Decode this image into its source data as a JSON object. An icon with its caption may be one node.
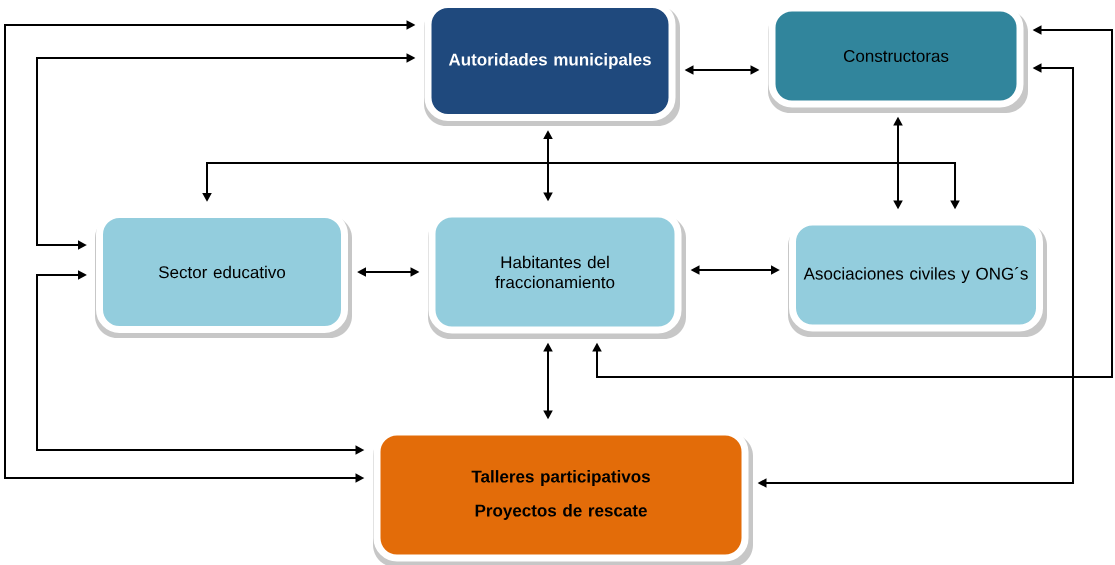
{
  "diagram": {
    "nodes": [
      {
        "text": [
          "Autoridades municipales"
        ]
      },
      {
        "text": [
          "Constructoras"
        ]
      },
      {
        "text": [
          "Sector educativo"
        ]
      },
      {
        "text": [
          "Habitantes del fraccionamiento"
        ]
      },
      {
        "text": [
          "Asociaciones civiles y ONG´s"
        ]
      },
      {
        "text": [
          "Talleres participativos",
          "Proyectos de rescate"
        ]
      }
    ],
    "edges": [
      {
        "from": 0,
        "to": 1,
        "arrow": "both"
      },
      {
        "from": 0,
        "to": 3,
        "arrow": "both"
      },
      {
        "from": 0,
        "to": 2,
        "arrow": "both"
      },
      {
        "from": 0,
        "to": 5,
        "arrow": "both"
      },
      {
        "from": 1,
        "to": 4,
        "arrow": "both"
      },
      {
        "from": 1,
        "to": 3,
        "arrow": "both"
      },
      {
        "from": 1,
        "to": 5,
        "arrow": "both"
      },
      {
        "from": 2,
        "to": 4,
        "arrow": "both"
      },
      {
        "from": 2,
        "to": 3,
        "arrow": "both"
      },
      {
        "from": 3,
        "to": 4,
        "arrow": "both"
      },
      {
        "from": 3,
        "to": 5,
        "arrow": "both"
      },
      {
        "from": 2,
        "to": 5,
        "arrow": "both"
      }
    ]
  }
}
